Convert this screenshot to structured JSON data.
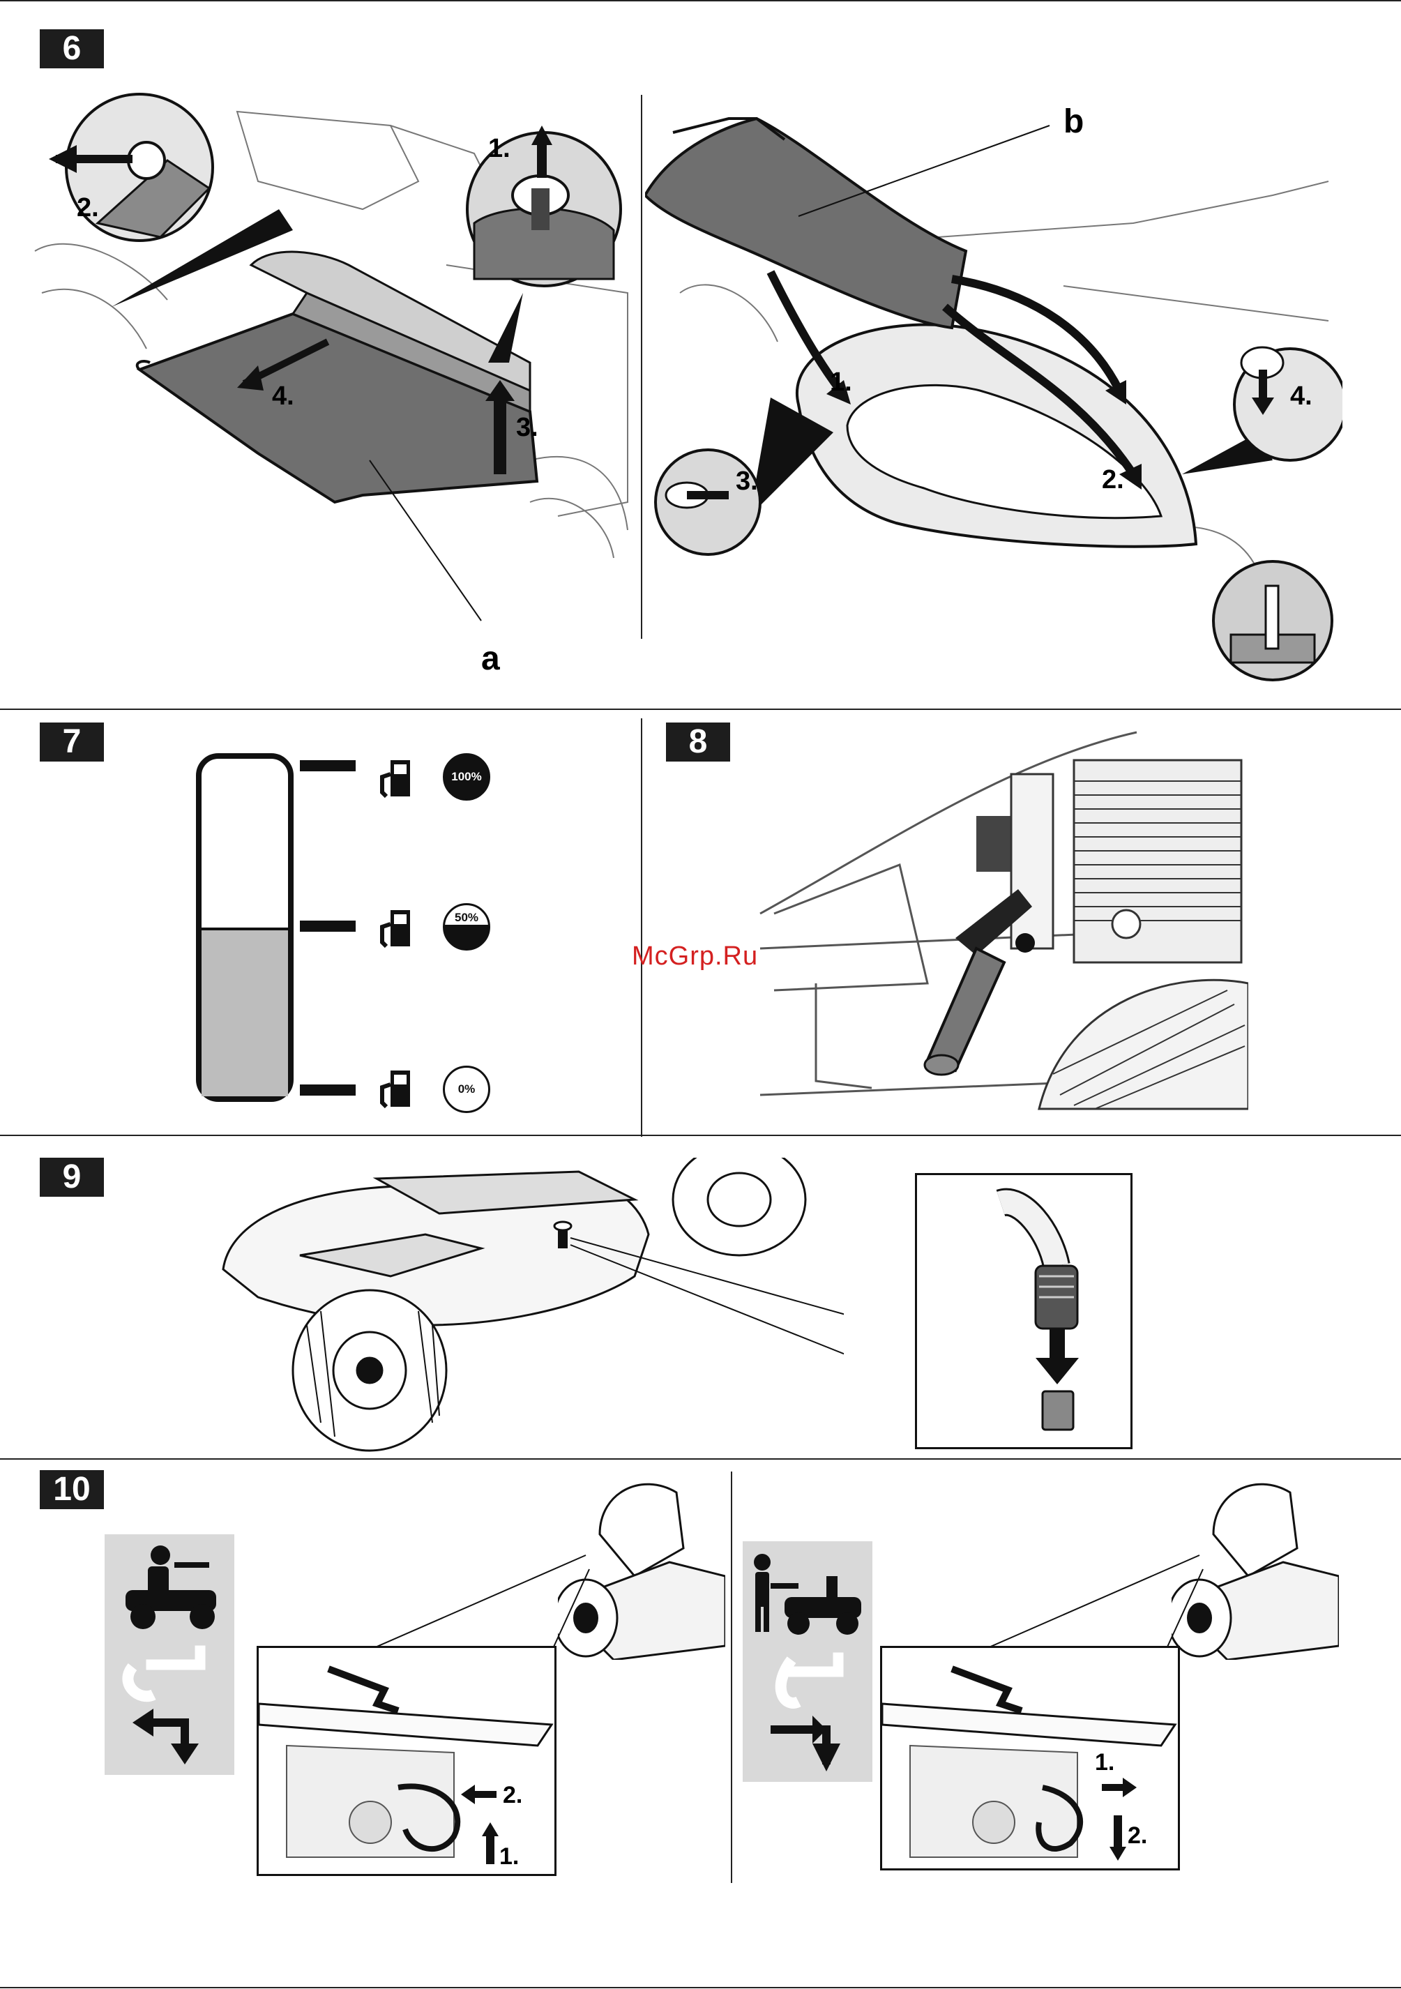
{
  "watermark": "McGrp.Ru",
  "sections": {
    "s6": {
      "number": "6"
    },
    "s7": {
      "number": "7"
    },
    "s8": {
      "number": "8"
    },
    "s9": {
      "number": "9"
    },
    "s10": {
      "number": "10"
    }
  },
  "fig6": {
    "left": {
      "step1": "1.",
      "step2": "2.",
      "step3": "3.",
      "step4": "4.",
      "callout": "a"
    },
    "right": {
      "step1": "1.",
      "step2": "2.",
      "step3": "3.",
      "step4": "4.",
      "callout": "b"
    }
  },
  "fig7": {
    "levels": [
      {
        "label": "100%"
      },
      {
        "label": "50%"
      },
      {
        "label": "0%"
      }
    ],
    "fill_fraction": 0.5
  },
  "fig10": {
    "left": {
      "step1": "1.",
      "step2": "2."
    },
    "right": {
      "step1": "1.",
      "step2": "2."
    }
  },
  "colors": {
    "dark": "#1d1d1d",
    "grey_fill": "#bdbdbd",
    "light_grey_panel": "#d9d9d9",
    "watermark": "#d42020"
  }
}
